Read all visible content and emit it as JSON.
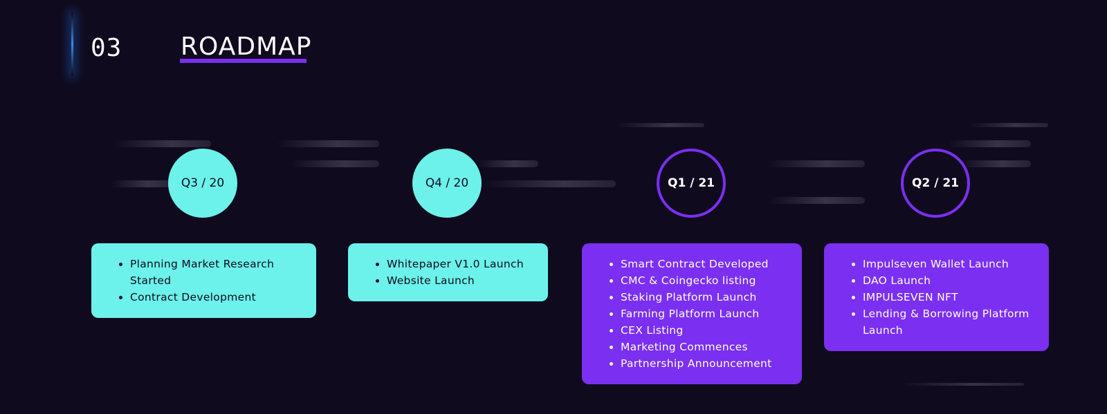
{
  "header": {
    "section_number": "03",
    "title": "ROADMAP"
  },
  "colors": {
    "background": "#0f0a1e",
    "accent_purple": "#7b2ff0",
    "accent_cyan": "#6cf2ea"
  },
  "milestones": [
    {
      "label": "Q3 / 20",
      "status": "completed",
      "items": [
        "Planning Market Research Started",
        "Contract Development"
      ]
    },
    {
      "label": "Q4 / 20",
      "status": "completed",
      "items": [
        "Whitepaper V1.0 Launch",
        "Website Launch"
      ]
    },
    {
      "label": "Q1 / 21",
      "status": "upcoming",
      "items": [
        "Smart Contract Developed",
        "CMC & Coingecko listing",
        "Staking Platform Launch",
        "Farming Platform Launch",
        "CEX Listing",
        "Marketing Commences",
        "Partnership Announcement"
      ]
    },
    {
      "label": "Q2 / 21",
      "status": "upcoming",
      "items": [
        "Impulseven Wallet Launch",
        "DAO Launch",
        "IMPULSEVEN NFT",
        "Lending & Borrowing Platform Launch"
      ]
    }
  ]
}
